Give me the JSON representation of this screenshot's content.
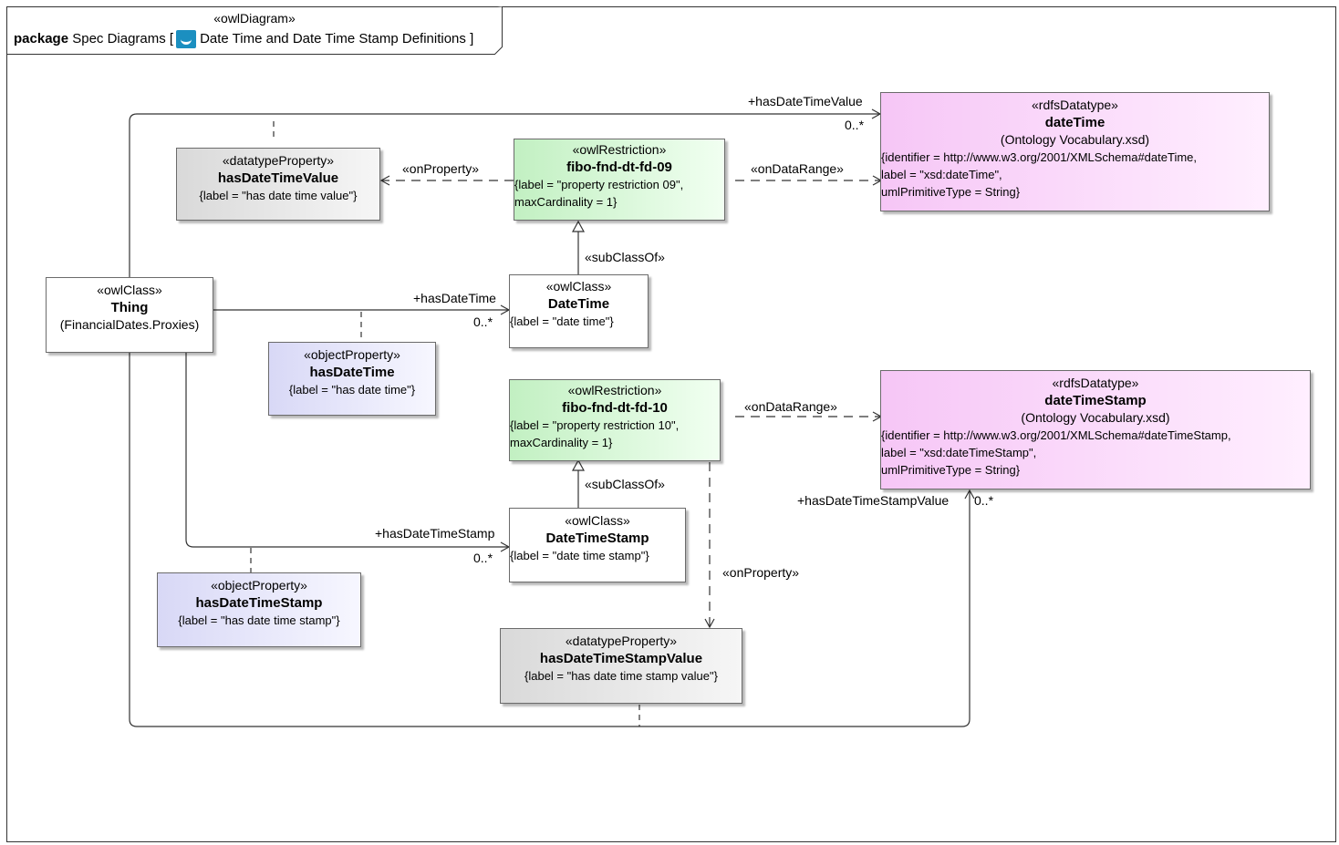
{
  "diagram": {
    "stereotype": "«owlDiagram»",
    "keyword": "package",
    "package_name": "Spec Diagrams [",
    "icon": "owl-diagram-icon",
    "title": "Date Time and Date Time Stamp Definitions",
    "title_close": "]"
  },
  "nodes": {
    "thing": {
      "stereotype": "«owlClass»",
      "name": "Thing",
      "sub": "(FinancialDates.Proxies)"
    },
    "hasDateTimeValue": {
      "stereotype": "«datatypeProperty»",
      "name": "hasDateTimeValue",
      "tags": [
        "{label = \"has date time value\"}"
      ]
    },
    "restriction09": {
      "stereotype": "«owlRestriction»",
      "name": "fibo-fnd-dt-fd-09",
      "tags": [
        "{label = \"property restriction 09\",",
        "maxCardinality = 1}"
      ]
    },
    "dateTimeDatatype": {
      "stereotype": "«rdfsDatatype»",
      "name": "dateTime",
      "sub": "(Ontology Vocabulary.xsd)",
      "tags": [
        "{identifier = http://www.w3.org/2001/XMLSchema#dateTime,",
        "label = \"xsd:dateTime\",",
        "umlPrimitiveType = String}"
      ]
    },
    "dateTimeClass": {
      "stereotype": "«owlClass»",
      "name": "DateTime",
      "tags": [
        "{label = \"date time\"}"
      ]
    },
    "hasDateTime": {
      "stereotype": "«objectProperty»",
      "name": "hasDateTime",
      "tags": [
        "{label = \"has date time\"}"
      ]
    },
    "restriction10": {
      "stereotype": "«owlRestriction»",
      "name": "fibo-fnd-dt-fd-10",
      "tags": [
        "{label = \"property restriction 10\",",
        "maxCardinality = 1}"
      ]
    },
    "dateTimeStampDatatype": {
      "stereotype": "«rdfsDatatype»",
      "name": "dateTimeStamp",
      "sub": "(Ontology Vocabulary.xsd)",
      "tags": [
        "{identifier = http://www.w3.org/2001/XMLSchema#dateTimeStamp,",
        "label = \"xsd:dateTimeStamp\",",
        "umlPrimitiveType = String}"
      ]
    },
    "dateTimeStampClass": {
      "stereotype": "«owlClass»",
      "name": "DateTimeStamp",
      "tags": [
        "{label = \"date time stamp\"}"
      ]
    },
    "hasDateTimeStamp": {
      "stereotype": "«objectProperty»",
      "name": "hasDateTimeStamp",
      "tags": [
        "{label = \"has date time stamp\"}"
      ]
    },
    "hasDateTimeStampValue": {
      "stereotype": "«datatypeProperty»",
      "name": "hasDateTimeStampValue",
      "tags": [
        "{label = \"has date time stamp value\"}"
      ]
    }
  },
  "edge_labels": {
    "hasDateTimeValue_role": "+hasDateTimeValue",
    "hasDateTimeValue_mult": "0..*",
    "onProperty_09": "«onProperty»",
    "onDataRange_09": "«onDataRange»",
    "subClassOf_09": "«subClassOf»",
    "hasDateTime_role": "+hasDateTime",
    "hasDateTime_mult": "0..*",
    "onDataRange_10": "«onDataRange»",
    "subClassOf_10": "«subClassOf»",
    "hasDateTimeStamp_role": "+hasDateTimeStamp",
    "hasDateTimeStamp_mult": "0..*",
    "onProperty_10": "«onProperty»",
    "hasDateTimeStampValue_role": "+hasDateTimeStampValue",
    "hasDateTimeStampValue_mult": "0..*"
  }
}
